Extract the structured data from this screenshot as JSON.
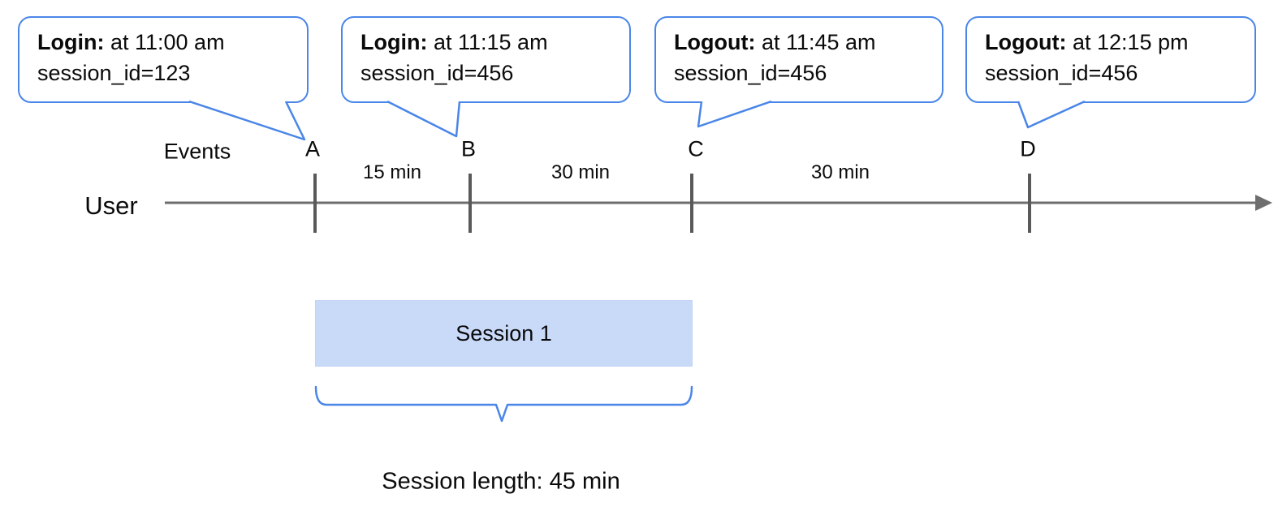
{
  "diagram": {
    "callouts": [
      {
        "title": "Login:",
        "time_text": " at 11:00 am",
        "session_text": "session_id=123",
        "points_to": "A"
      },
      {
        "title": "Login:",
        "time_text": " at 11:15 am",
        "session_text": "session_id=456",
        "points_to": "B"
      },
      {
        "title": "Logout:",
        "time_text": " at 11:45 am",
        "session_text": "session_id=456",
        "points_to": "C"
      },
      {
        "title": "Logout:",
        "time_text": " at 12:15 pm",
        "session_text": "session_id=456",
        "points_to": "D"
      }
    ],
    "timeline": {
      "row_label": "User",
      "events_label": "Events",
      "markers": [
        {
          "label": "A"
        },
        {
          "label": "B"
        },
        {
          "label": "C"
        },
        {
          "label": "D"
        }
      ],
      "intervals": [
        {
          "label": "15 min"
        },
        {
          "label": "30 min"
        },
        {
          "label": "30 min"
        }
      ]
    },
    "session": {
      "box_label": "Session 1",
      "length_label": "Session length: 45 min"
    }
  },
  "colors": {
    "accent_blue": "#4a86e8",
    "session_fill": "#c9daf8",
    "line_gray": "#6e6e6e",
    "tick_gray": "#595959",
    "text_black": "#0a0a0a"
  }
}
